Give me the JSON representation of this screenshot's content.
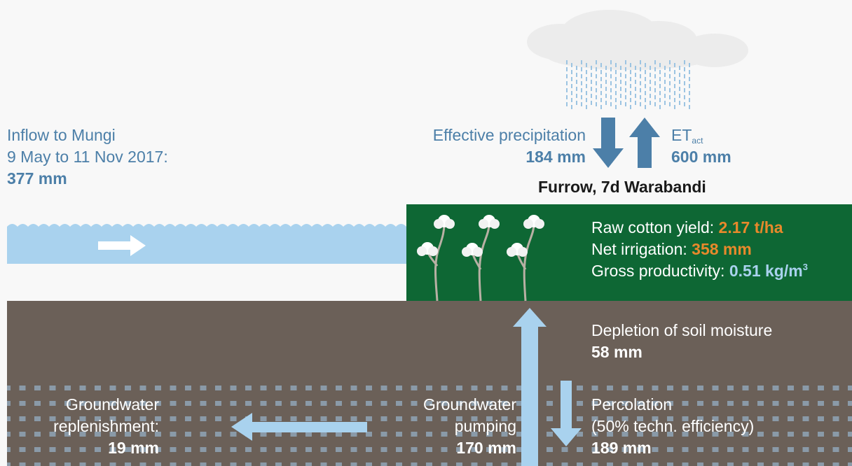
{
  "inflow": {
    "line1": "Inflow to Mungi",
    "line2": "9 May to 11 Nov 2017:",
    "value": "377 mm"
  },
  "precipitation": {
    "label": "Effective precipitation",
    "value": "184 mm"
  },
  "et": {
    "label_main": "ET",
    "label_sub": "act",
    "value": "600 mm"
  },
  "field_title": "Furrow, 7d Warabandi",
  "crop": {
    "yield_label": "Raw cotton yield: ",
    "yield_value": "2.17 t/ha",
    "irrigation_label": "Net irrigation: ",
    "irrigation_value": "358 mm",
    "productivity_label": "Gross productivity: ",
    "productivity_value": "0.51 kg/m",
    "productivity_unit_sup": "3"
  },
  "depletion": {
    "label": "Depletion of soil moisture",
    "value": "58 mm"
  },
  "replenishment": {
    "line1": "Groundwater",
    "line2": "replenishment:",
    "value": "19 mm"
  },
  "pumping": {
    "line1": "Groundwater",
    "line2": "pumping",
    "value": "170 mm"
  },
  "percolation": {
    "line1": "Percolation",
    "line2": "(50% techn. efficiency)",
    "value": "189 mm"
  },
  "colors": {
    "text_blue": "#4c7fa8",
    "water": "#a9d2ee",
    "field_green": "#0e6734",
    "soil": "#6b6058",
    "accent_orange": "#e8892b",
    "arrow_dark_blue": "#4c7fa8"
  }
}
